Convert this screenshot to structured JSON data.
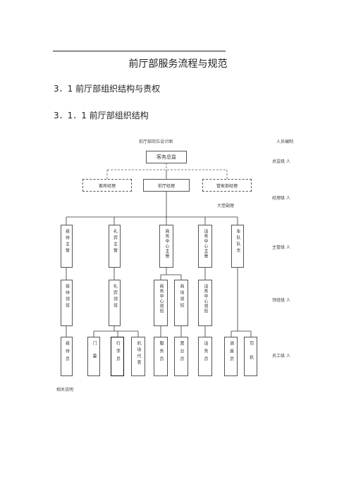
{
  "document": {
    "title": "前厅部服务流程与规范",
    "section": "3．1 前厅部组织结构与责权",
    "subsection": "3．1．1 前厅部组织结构"
  },
  "chart": {
    "caption": "前厅部岗位设计图",
    "staff_header": "人员编制",
    "note_label": "大堂副理",
    "footer": "相关说明"
  },
  "levels": [
    "总监级 人",
    "经理级 人",
    "主管级 人",
    "领班级 人",
    "员工级 人"
  ],
  "nodes": {
    "director": "客务总监",
    "m1": "客房经理",
    "m2": "前厅经理",
    "m3": "管家部经理",
    "s1": "接待主管",
    "s2": "礼宾主管",
    "s3": "商务中心主管",
    "s4": "话务中心主管",
    "s5": "车队队长",
    "l1": "接待领班",
    "l2": "礼宾领班",
    "l3": "商务中心领班",
    "l4": "商场领班",
    "l5": "话务中心领班",
    "e1": "接待员",
    "e2": "门童",
    "e3": "行李员",
    "e4": "机场代表",
    "e5": "服务员",
    "e6": "营业员",
    "e7": "话务员",
    "e8": "调度员",
    "e9": "司机"
  }
}
